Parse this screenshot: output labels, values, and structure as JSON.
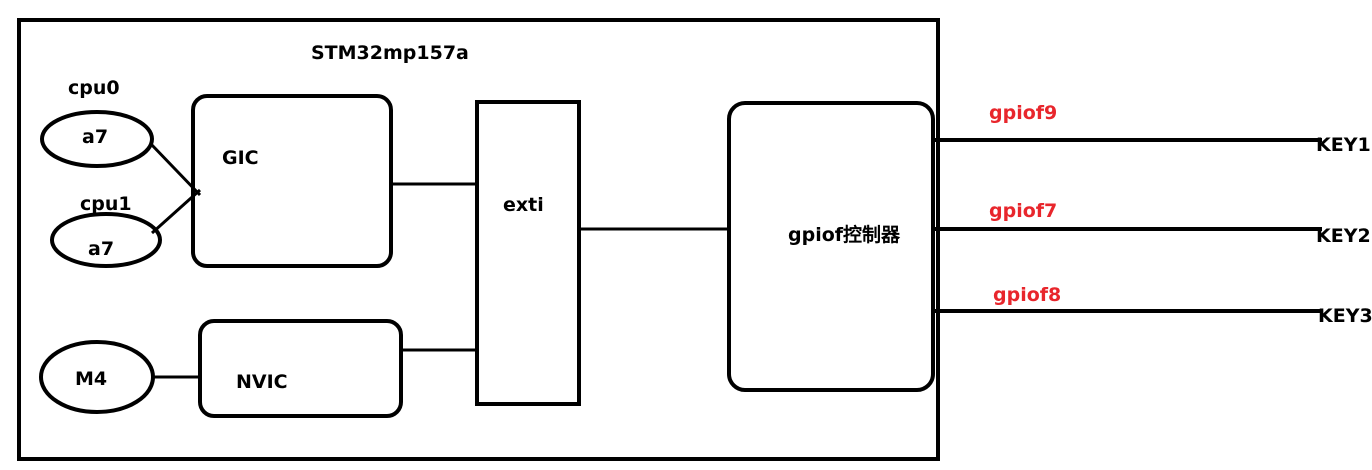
{
  "chip": {
    "title": "STM32mp157a"
  },
  "cores": {
    "cpu0": {
      "name": "cpu0",
      "core": "a7"
    },
    "cpu1": {
      "name": "cpu1",
      "core": "a7"
    },
    "m4": {
      "core": "M4"
    }
  },
  "blocks": {
    "gic": "GIC",
    "nvic": "NVIC",
    "exti": "exti",
    "gpio_controller": "gpiof控制器"
  },
  "pins": [
    {
      "signal": "gpiof9",
      "key": "KEY1"
    },
    {
      "signal": "gpiof7",
      "key": "KEY2"
    },
    {
      "signal": "gpiof8",
      "key": "KEY3"
    }
  ],
  "colors": {
    "line": "#000000",
    "signal_label": "#e8262c",
    "background": "#ffffff"
  }
}
